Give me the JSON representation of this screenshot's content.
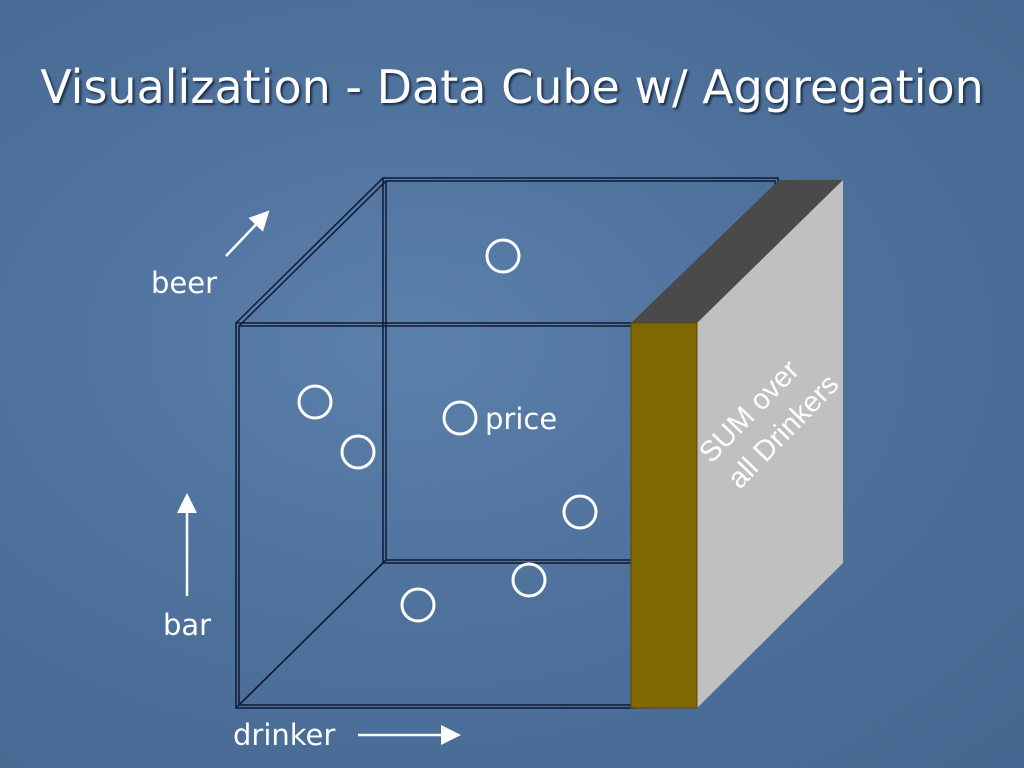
{
  "slide": {
    "title": "Visualization - Data Cube w/ Aggregation",
    "axis_labels": {
      "beer": "beer",
      "bar": "bar",
      "drinker": "drinker"
    },
    "cell_label": "price",
    "aggregate_label": {
      "line1": "SUM over",
      "line2": "all Drinkers"
    }
  },
  "colors": {
    "aggregate_front": "#806800",
    "aggregate_side": "#c0c0c0",
    "aggregate_top": "#4a4a4a",
    "text": "#ffffff",
    "background": "#4f729d"
  }
}
